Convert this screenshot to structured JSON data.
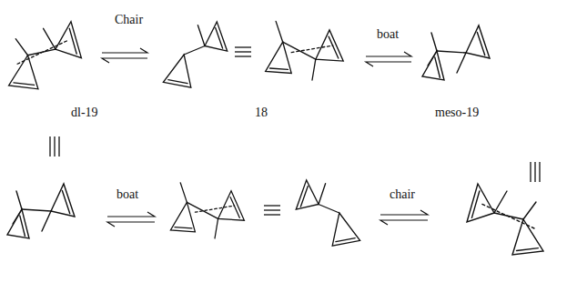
{
  "diagram": {
    "labels": [
      "Chair",
      "boat",
      "dl-19",
      "18",
      "meso-19",
      "boat",
      "chair"
    ]
  }
}
